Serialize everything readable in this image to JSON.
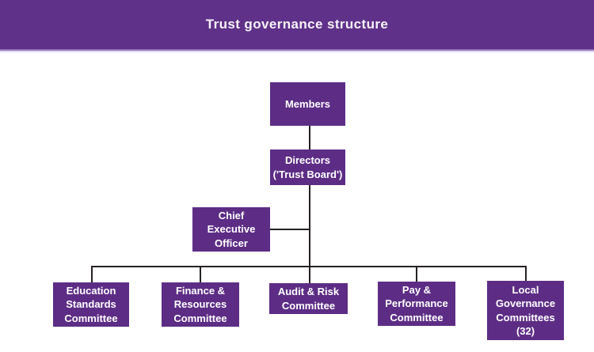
{
  "header": {
    "title": "Trust governance structure"
  },
  "colors": {
    "header_purple": "#5f3189",
    "node_purple": "#5d2d85",
    "connector_line": "#262223",
    "header_strip_mid": "#8f6db6",
    "header_strip_light": "#e0d6ee",
    "text_white": "#ffffff"
  },
  "org_chart": {
    "nodes": {
      "members": {
        "label": "Members"
      },
      "directors": {
        "label": "Directors\n('Trust Board')"
      },
      "ceo": {
        "label": "Chief\nExecutive\nOfficer"
      },
      "education": {
        "label": "Education\nStandards\nCommittee"
      },
      "finance": {
        "label": "Finance &\nResources\nCommittee"
      },
      "audit": {
        "label": "Audit & Risk\nCommittee"
      },
      "pay": {
        "label": "Pay &\nPerformance\nCommittee"
      },
      "local": {
        "label": "Local\nGovernance\nCommittees\n(32)"
      }
    },
    "edges": [
      "members -> directors",
      "directors -> ceo",
      "directors -> education",
      "directors -> finance",
      "directors -> audit",
      "directors -> pay",
      "directors -> local"
    ]
  }
}
